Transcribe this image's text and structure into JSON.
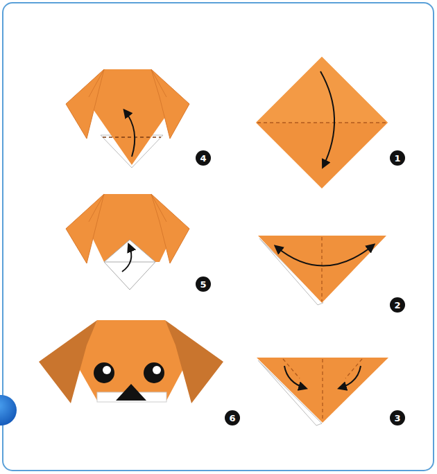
{
  "diagram": {
    "nodes": [
      {
        "text": [
          "4"
        ]
      },
      {
        "text": [
          "1"
        ]
      },
      {
        "text": [
          "5"
        ]
      },
      {
        "text": [
          "2"
        ]
      },
      {
        "text": [
          "6"
        ]
      },
      {
        "text": [
          "3"
        ]
      }
    ]
  }
}
